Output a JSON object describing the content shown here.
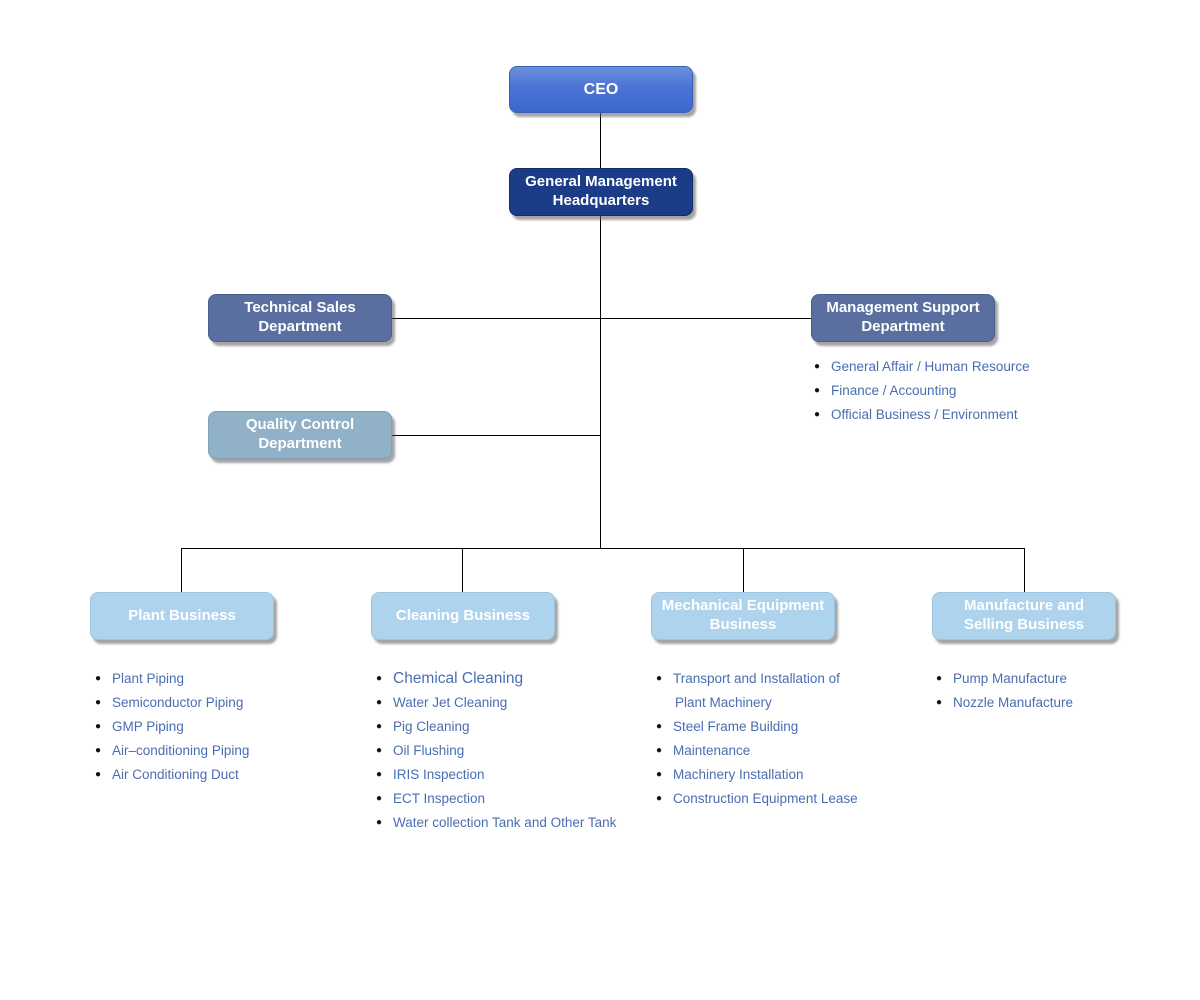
{
  "org": {
    "ceo": {
      "label": "CEO"
    },
    "headquarters": {
      "label": "General Management Headquarters"
    },
    "technical_sales": {
      "label": "Technical Sales Department"
    },
    "management_support": {
      "label": "Management Support Department",
      "items": [
        "General Affair / Human Resource",
        "Finance / Accounting",
        "Official Business / Environment"
      ]
    },
    "quality_control": {
      "label": "Quality Control Department"
    },
    "divisions": [
      {
        "label": "Plant Business",
        "items": [
          "Plant Piping",
          "Semiconductor Piping",
          "GMP Piping",
          "Air–conditioning Piping",
          "Air Conditioning Duct"
        ]
      },
      {
        "label": "Cleaning Business",
        "items": [
          "Chemical Cleaning",
          "Water Jet Cleaning",
          "Pig Cleaning",
          "Oil Flushing",
          "IRIS Inspection",
          "ECT Inspection",
          "Water collection Tank and Other Tank"
        ]
      },
      {
        "label": "Mechanical Equipment Business",
        "items": [
          {
            "line1": "Transport and Installation of",
            "line2": "Plant Machinery"
          },
          "Steel Frame Building",
          "Maintenance",
          "Machinery Installation",
          "Construction Equipment Lease"
        ]
      },
      {
        "label": "Manufacture and Selling Business",
        "items": [
          "Pump Manufacture",
          "Nozzle Manufacture"
        ]
      }
    ]
  },
  "colors": {
    "ceo_gradient_top": "#6b8fdb",
    "ceo_gradient_bottom": "#3c66ce",
    "headquarters_fill": "#1b3c86",
    "department_fill": "#5a6f9f",
    "quality_fill": "#90b1c7",
    "division_fill": "#aed3ec",
    "list_text": "#4a6db2",
    "connector": "#000000",
    "background": "#ffffff"
  }
}
